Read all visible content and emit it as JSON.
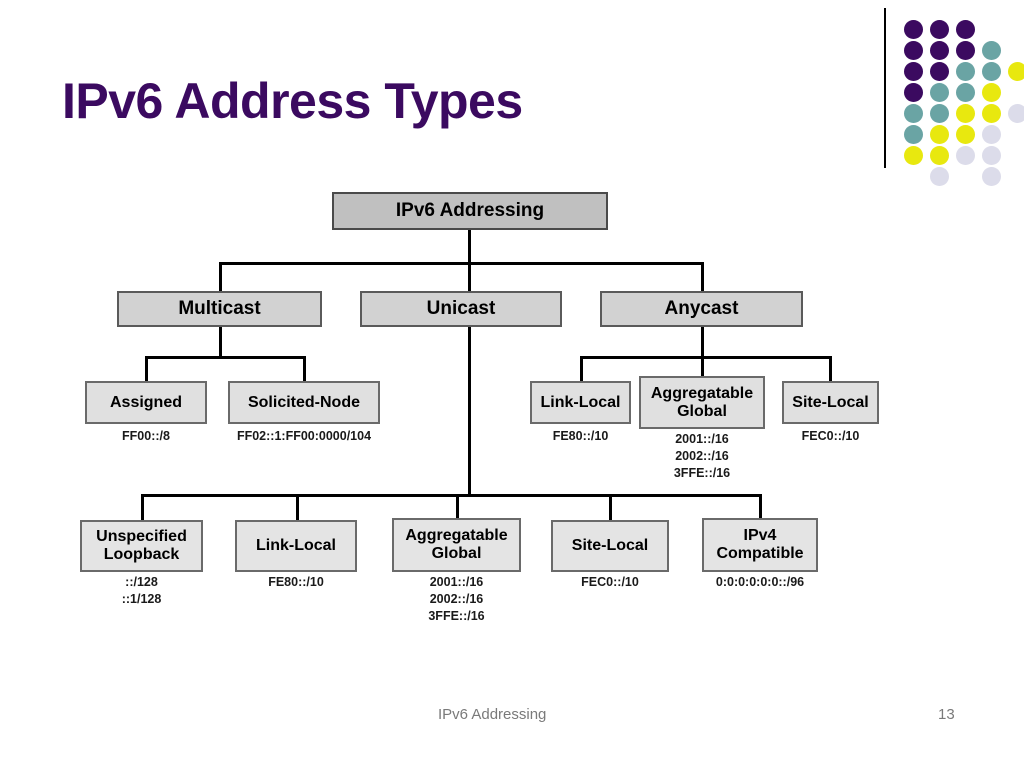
{
  "slide": {
    "title": "IPv6 Address Types",
    "title_color": "#3b0a60",
    "footer_title": "IPv6 Addressing",
    "page_number": "13"
  },
  "logo": {
    "name": "dot-grid-logo",
    "colors": {
      "purple": "#3b0a60",
      "teal": "#6aa4a4",
      "yellow": "#e8e80f",
      "lavender": "#dcdcea"
    },
    "grid": [
      [
        "purple",
        "purple",
        "purple",
        null,
        null
      ],
      [
        "purple",
        "purple",
        "purple",
        "teal",
        null
      ],
      [
        "purple",
        "purple",
        "teal",
        "teal",
        "yellow"
      ],
      [
        "purple",
        "teal",
        "teal",
        "yellow",
        null
      ],
      [
        "teal",
        "teal",
        "yellow",
        "yellow",
        "lavender"
      ],
      [
        "teal",
        "yellow",
        "yellow",
        "lavender",
        null
      ],
      [
        "yellow",
        "yellow",
        "lavender",
        "lavender",
        null
      ],
      [
        null,
        "lavender",
        null,
        "lavender",
        null
      ]
    ]
  },
  "diagram": {
    "root": {
      "label": "IPv6 Addressing"
    },
    "level2": [
      {
        "label": "Multicast"
      },
      {
        "label": "Unicast"
      },
      {
        "label": "Anycast"
      }
    ],
    "multicast_children": [
      {
        "label": "Assigned",
        "prefix": "FF00::/8"
      },
      {
        "label": "Solicited-Node",
        "prefix": "FF02::1:FF00:0000/104"
      }
    ],
    "anycast_children": [
      {
        "label": "Link-Local",
        "prefix": "FE80::/10"
      },
      {
        "label": "Aggregatable\nGlobal",
        "prefix": "2001::/16\n2002::/16\n3FFE::/16"
      },
      {
        "label": "Site-Local",
        "prefix": "FEC0::/10"
      }
    ],
    "unicast_children": [
      {
        "label": "Unspecified\nLoopback",
        "prefix": "::/128\n::1/128"
      },
      {
        "label": "Link-Local",
        "prefix": "FE80::/10"
      },
      {
        "label": "Aggregatable\nGlobal",
        "prefix": "2001::/16\n2002::/16\n3FFE::/16"
      },
      {
        "label": "Site-Local",
        "prefix": "FEC0::/10"
      },
      {
        "label": "IPv4\nCompatible",
        "prefix": "0:0:0:0:0:0::/96"
      }
    ]
  }
}
